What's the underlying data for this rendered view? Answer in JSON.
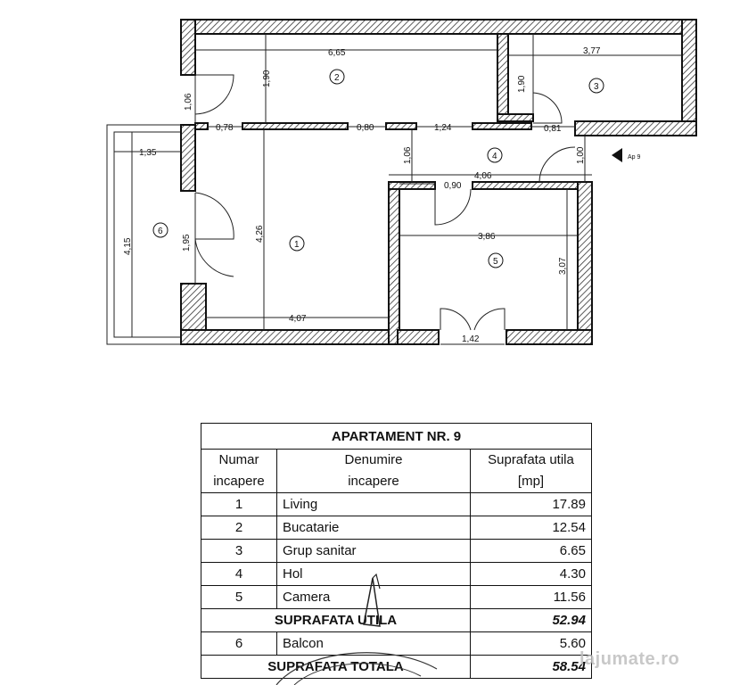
{
  "plan": {
    "dims": {
      "d665": "6,65",
      "d190a": "1,90",
      "d377": "3,77",
      "d190b": "1,90",
      "d106a": "1,06",
      "d078": "0,78",
      "d080": "0,80",
      "d124": "1,24",
      "d081": "0,81",
      "d135": "1,35",
      "d106b": "1,06",
      "d406": "4,06",
      "d100": "1,00",
      "d090": "0,90",
      "d415": "4,15",
      "d195": "1,95",
      "d426": "4,26",
      "d386": "3,86",
      "d307": "3,07",
      "d407": "4,07",
      "d142": "1,42"
    },
    "rooms": {
      "r1": "1",
      "r2": "2",
      "r3": "3",
      "r4": "4",
      "r5": "5",
      "r6": "6"
    },
    "entrance_label": "Ap 9"
  },
  "table": {
    "title": "APARTAMENT NR. 9",
    "headers": {
      "col1_line1": "Numar",
      "col1_line2": "incapere",
      "col2_line1": "Denumire",
      "col2_line2": "incapere",
      "col3_line1": "Suprafata utila",
      "col3_line2": "[mp]"
    },
    "rows": [
      {
        "nr": "1",
        "name": "Living",
        "area": "17.89"
      },
      {
        "nr": "2",
        "name": "Bucatarie",
        "area": "12.54"
      },
      {
        "nr": "3",
        "name": "Grup sanitar",
        "area": "6.65"
      },
      {
        "nr": "4",
        "name": "Hol",
        "area": "4.30"
      },
      {
        "nr": "5",
        "name": "Camera",
        "area": "11.56"
      }
    ],
    "subtotal_label": "SUPRAFATA UTILA",
    "subtotal_value": "52.94",
    "balcony": {
      "nr": "6",
      "name": "Balcon",
      "area": "5.60"
    },
    "total_label": "SUPRAFATA TOTALA",
    "total_value": "58.54"
  },
  "watermark": "lajumate.ro"
}
